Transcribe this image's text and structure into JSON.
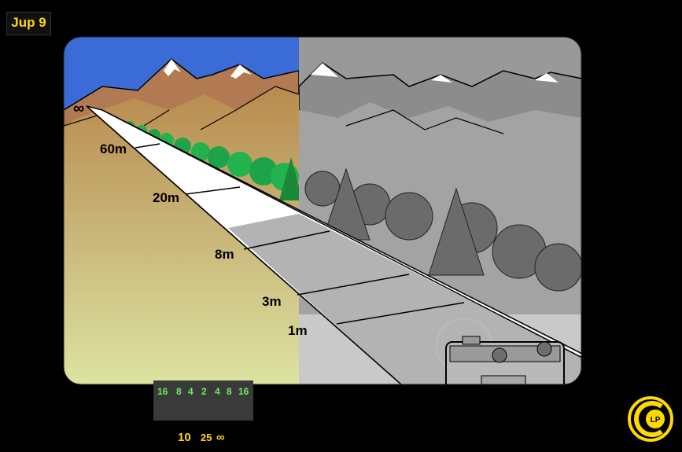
{
  "title": "Jup 9",
  "scene": {
    "infinity_mark": "∞",
    "distance_labels": [
      "60m",
      "20m",
      "8m",
      "3m",
      "1m"
    ]
  },
  "dof_scale": {
    "numbers": [
      "16",
      "8",
      "4",
      "2",
      "4",
      "8",
      "16"
    ]
  },
  "focus_scale": {
    "numbers": [
      "10",
      "25",
      "∞"
    ]
  },
  "logo": {
    "text": "LP"
  },
  "colors": {
    "accent": "#ffd900",
    "sky": "#3a6bd6",
    "mountain": "#b27a52",
    "ground_top": "#b98a4e",
    "ground_bottom": "#d9e09c",
    "road": "#ffffff",
    "dof_green": "#6cf05a"
  },
  "icons": [
    "camera-icon",
    "infinity-icon",
    "lp-logo-icon"
  ]
}
